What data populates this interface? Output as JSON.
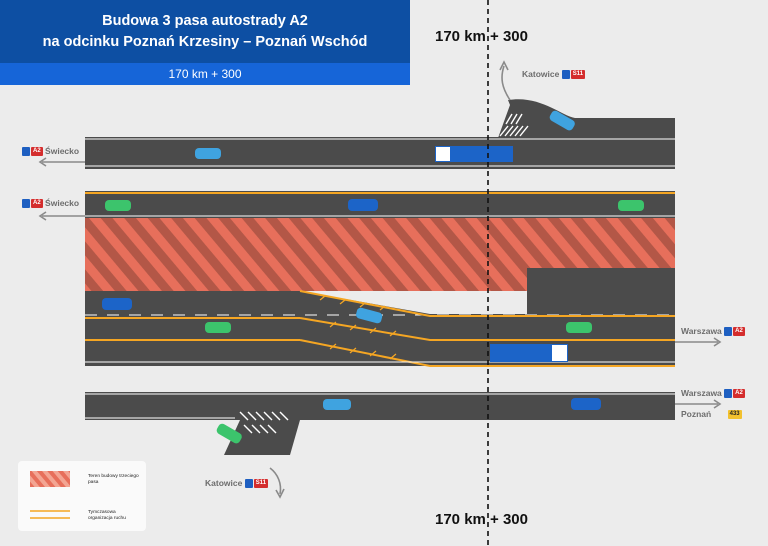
{
  "title": {
    "line1": "Budowa 3 pasa autostrady A2",
    "line2": "na odcinku Poznań Krzesiny – Poznań Wschód",
    "subtitle": "170 km + 300"
  },
  "km_marker_top": "170 km + 300",
  "km_marker_bottom": "170 km + 300",
  "directions": {
    "katowice_top": {
      "label": "Katowice",
      "badge": "S11"
    },
    "swiecko_1": {
      "label": "Świecko",
      "badge": "A2"
    },
    "swiecko_2": {
      "label": "Świecko",
      "badge": "A2"
    },
    "warszawa_1": {
      "label": "Warszawa",
      "badge": "A2"
    },
    "warszawa_2": {
      "label": "Warszawa",
      "badge": "A2"
    },
    "poznan": {
      "label": "Poznań",
      "badge": "433"
    },
    "katowice_bottom": {
      "label": "Katowice",
      "badge": "S11"
    }
  },
  "legend": {
    "construction": "Teren budowy trzeciego pasa",
    "temporary": "Tymczasowa organizacja ruchu"
  },
  "colors": {
    "title_bg": "#0d4fa3",
    "subtitle_bg": "#1665d8",
    "road": "#4b4b4b",
    "construction_stripe": "#e76a55",
    "temporary_marking": "#f5a623",
    "car_blue": "#1c64c8",
    "car_lightblue": "#3fa3e0",
    "car_green": "#3cc46c"
  }
}
